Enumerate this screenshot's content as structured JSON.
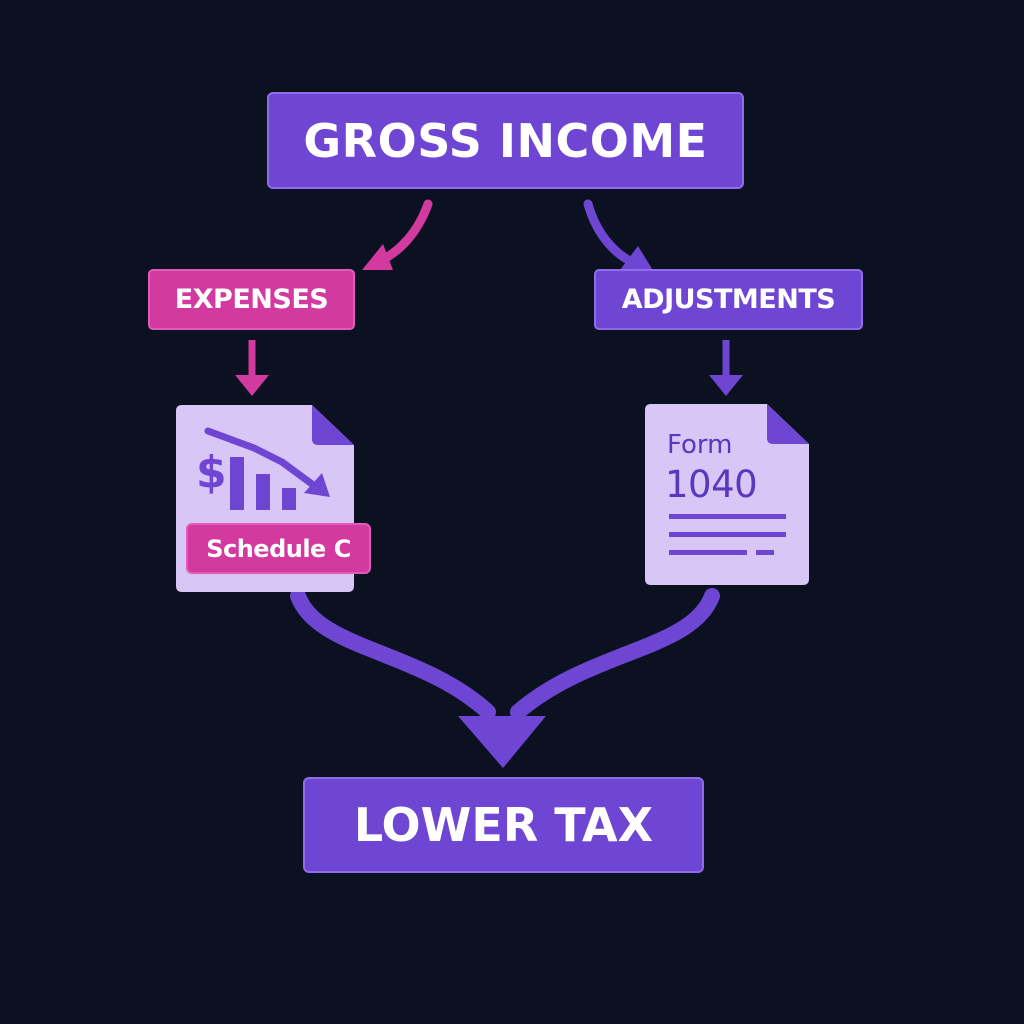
{
  "nodes": {
    "gross_income": "GROSS INCOME",
    "expenses": "EXPENSES",
    "adjustments": "ADJUSTMENTS",
    "schedule_c": "Schedule C",
    "form_label": "Form",
    "form_number": "1040",
    "lower_tax": "LOWER TAX"
  },
  "icons": {
    "schedule_doc": "expense-decline-chart-icon",
    "dollar": "dollar-sign-icon",
    "form_doc": "document-icon"
  },
  "colors": {
    "background": "#0b1120",
    "purple": "#6f46d3",
    "magenta": "#d23a9f",
    "document": "#d8c6f7",
    "document_ink": "#5b37bf"
  }
}
